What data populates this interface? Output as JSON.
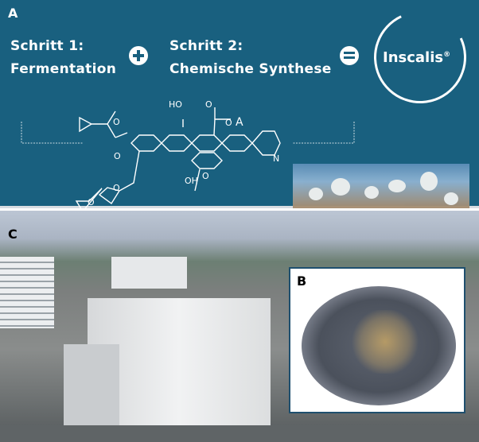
{
  "panel_a": {
    "label": "A",
    "step1_title": "Schritt 1:",
    "step1_text": "Fermentation",
    "step2_title": "Schritt 2:",
    "step2_text": "Chemische Synthese",
    "plus_icon": "plus-circle-icon",
    "equals_icon": "equals-circle-icon",
    "product_name": "Inscalis",
    "registered_mark": "®",
    "structure_labels": {
      "ho_top": "HO",
      "oh_bottom": "OH",
      "o_carbonyl": "O",
      "o_ring": "O",
      "a_label": "A",
      "n_pyridine": "N",
      "o_pyran": "O",
      "o_ester1": "O",
      "o_ester1_carbonyl": "O",
      "o_ester2": "O",
      "o_ester2_carbonyl": "O"
    }
  },
  "panel_b": {
    "label": "B"
  },
  "panel_c": {
    "label": "C"
  },
  "colors": {
    "panel_a_bg": "#19607f",
    "panel_b_border": "#1e4f6e"
  }
}
